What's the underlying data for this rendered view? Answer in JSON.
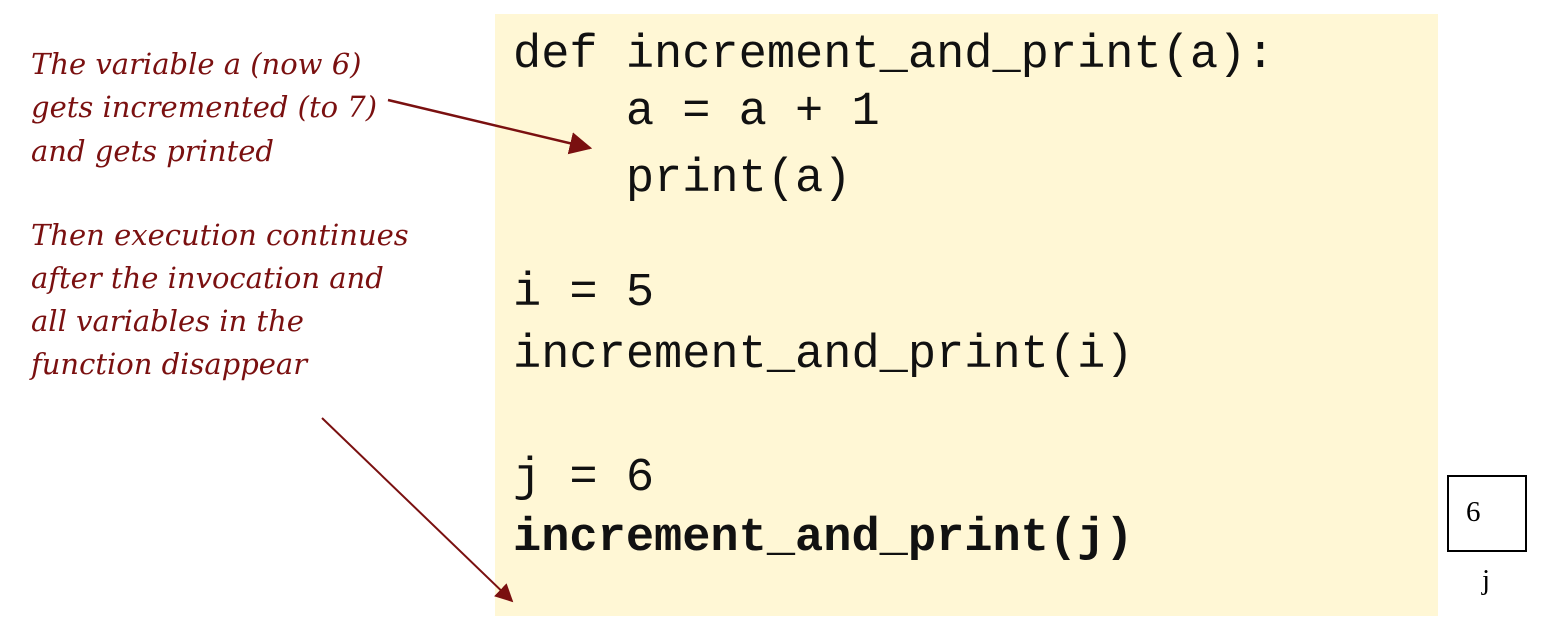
{
  "code": {
    "lines": [
      "def increment_and_print(a):",
      "    a = a + 1",
      "    print(a)",
      "i = 5",
      "increment_and_print(i)",
      "j = 6",
      "increment_and_print(j)"
    ]
  },
  "notes": {
    "first": [
      "The variable a (now 6)",
      "gets incremented (to 7)",
      "and gets printed"
    ],
    "second": [
      "Then execution continues",
      "after the invocation and",
      "all variables in the",
      "function disappear"
    ]
  },
  "variable": {
    "value": "6",
    "name": "j"
  },
  "colors": {
    "panel": "#fff7d5",
    "annotation": "#7a1010"
  }
}
